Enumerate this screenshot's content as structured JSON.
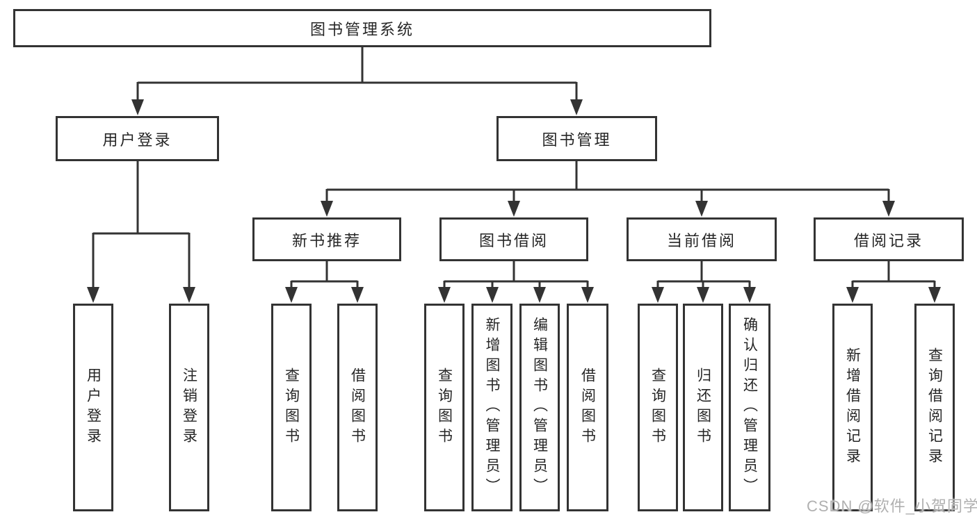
{
  "nodes": {
    "root": "图书管理系统",
    "user_login": "用户登录",
    "book_mgmt": "图书管理",
    "new_books": "新书推荐",
    "book_borrow": "图书借阅",
    "current_borrow": "当前借阅",
    "borrow_records": "借阅记录",
    "ul_login": "用户登录",
    "ul_logout": "注销登录",
    "nb_query": "查询图书",
    "nb_borrow": "借阅图书",
    "bb_query": "查询图书",
    "bb_add": "新增图书（管理员）",
    "bb_edit": "编辑图书（管理员）",
    "bb_borrow": "借阅图书",
    "cb_query": "查询图书",
    "cb_return": "归还图书",
    "cb_confirm": "确认归还（管理员）",
    "br_add": "新增借阅记录",
    "br_query": "查询借阅记录"
  },
  "watermark": "CSDN @软件_小贺同学",
  "colors": {
    "line": "#333333",
    "node_border": "#333333",
    "node_text": "#262626",
    "background": "#ffffff",
    "watermark_text": "#b0b0b0"
  }
}
